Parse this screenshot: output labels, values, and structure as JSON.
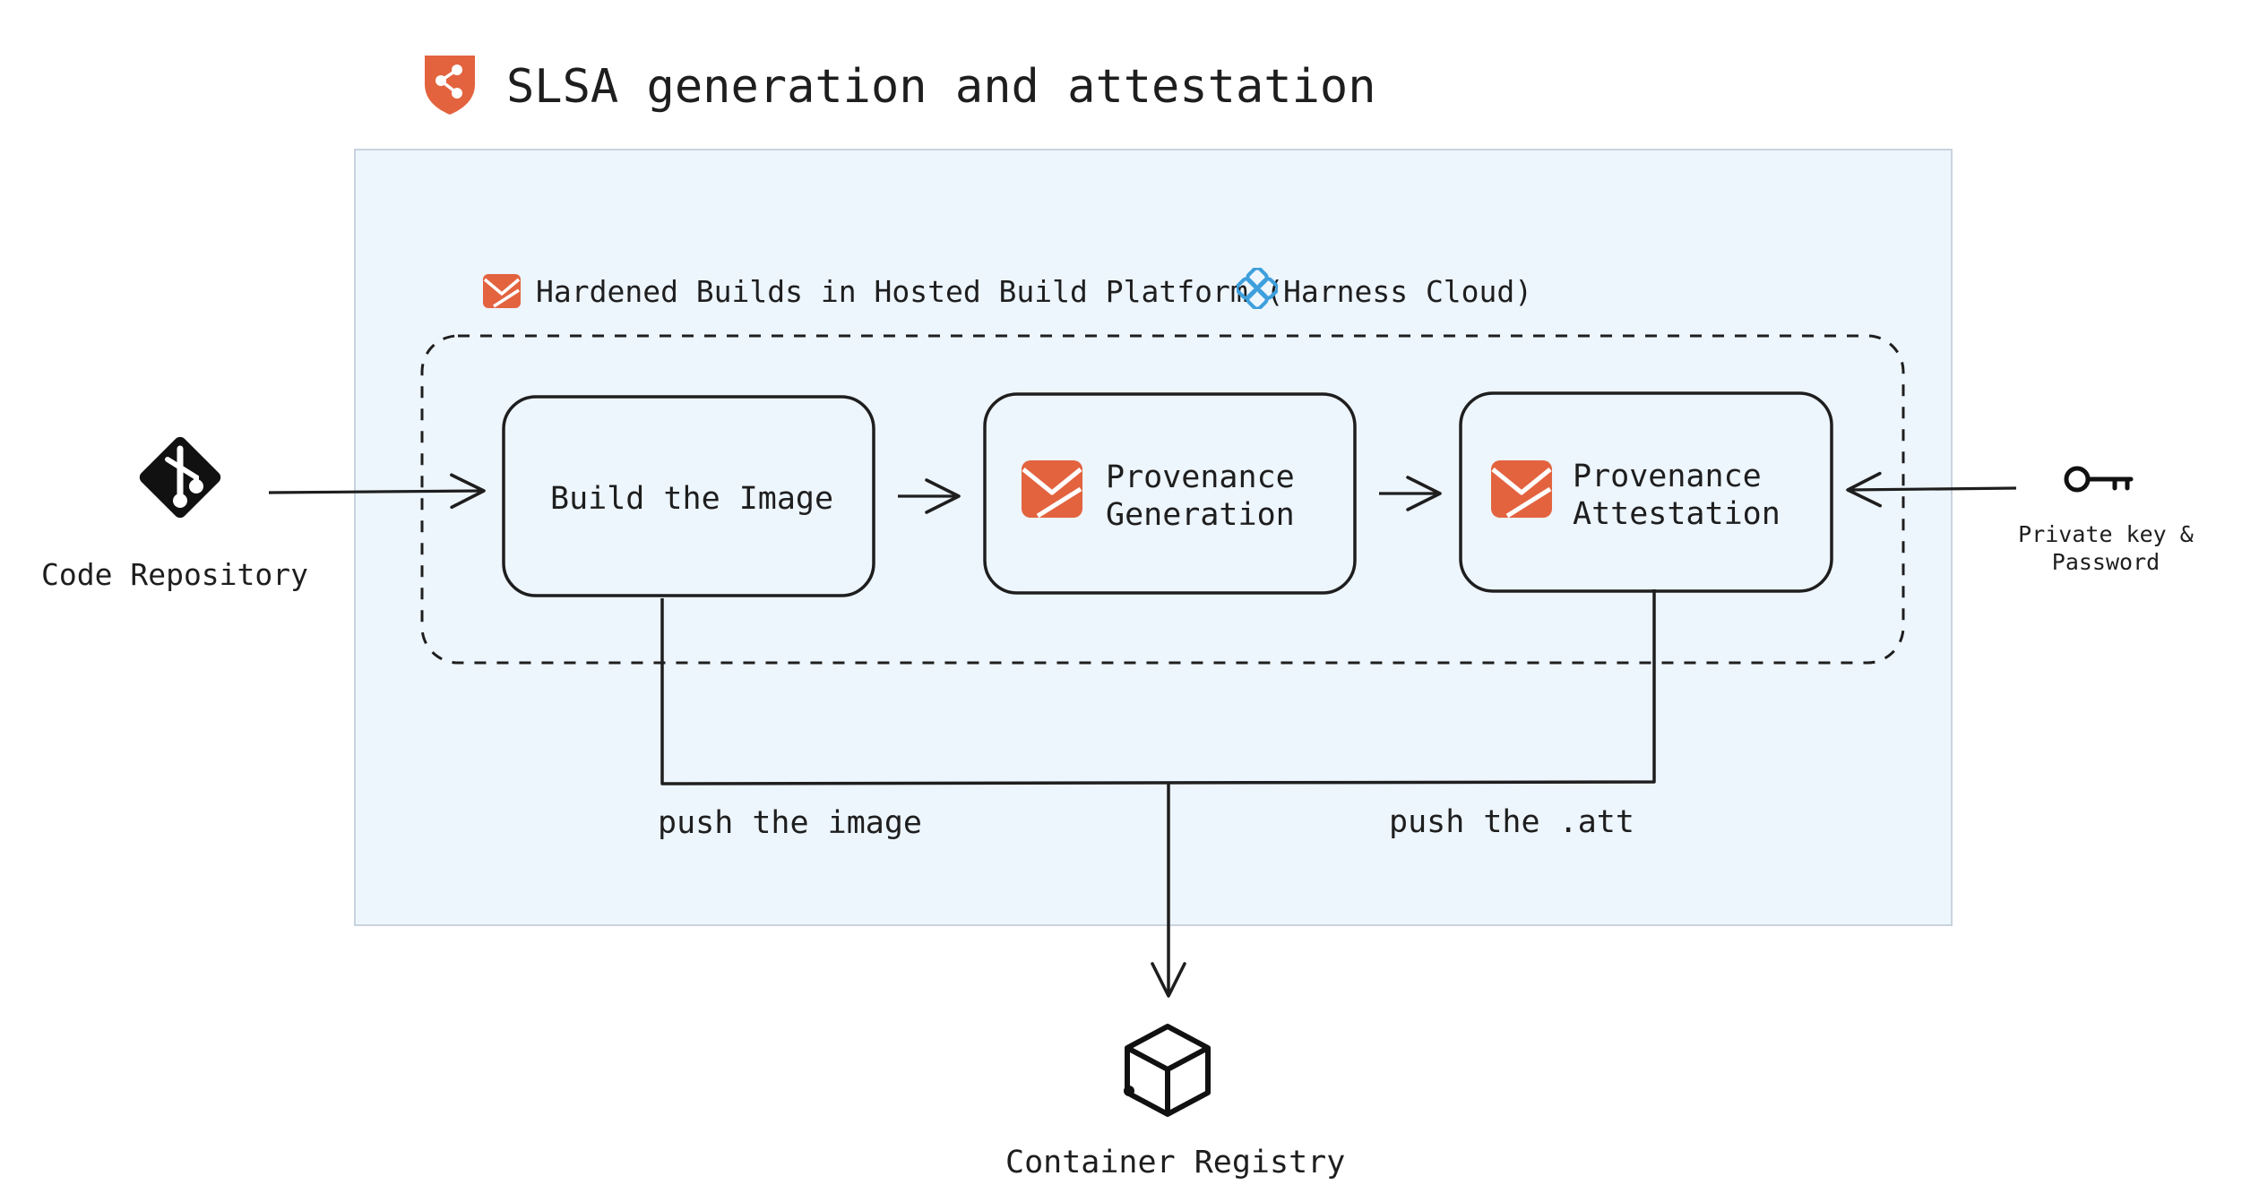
{
  "title": "SLSA generation and attestation",
  "platform": {
    "label": "Hardened Builds in Hosted Build Platform (",
    "cloud": "Harness Cloud)"
  },
  "steps": [
    {
      "label": "Build the Image"
    },
    {
      "label_line1": "Provenance",
      "label_line2": "Generation"
    },
    {
      "label_line1": "Provenance",
      "label_line2": "Attestation"
    }
  ],
  "code_repository": "Code Repository",
  "private_key": {
    "line1": "Private key &",
    "line2": "Password"
  },
  "push_image": "push the image",
  "push_att": "push the .att",
  "container_registry": "Container Registry",
  "colors": {
    "panel_bg": "#edf5fd",
    "panel_border": "#c9d3df",
    "accent": "#e3633f",
    "harness_blue": "#3d9fdc",
    "ink": "#1e1e1e"
  },
  "icons": {
    "title": "slsa-shield-icon",
    "platform": "envelope-icon",
    "cloud": "harness-cloud-icon",
    "repo": "git-icon",
    "key": "key-icon",
    "registry": "cube-icon"
  }
}
